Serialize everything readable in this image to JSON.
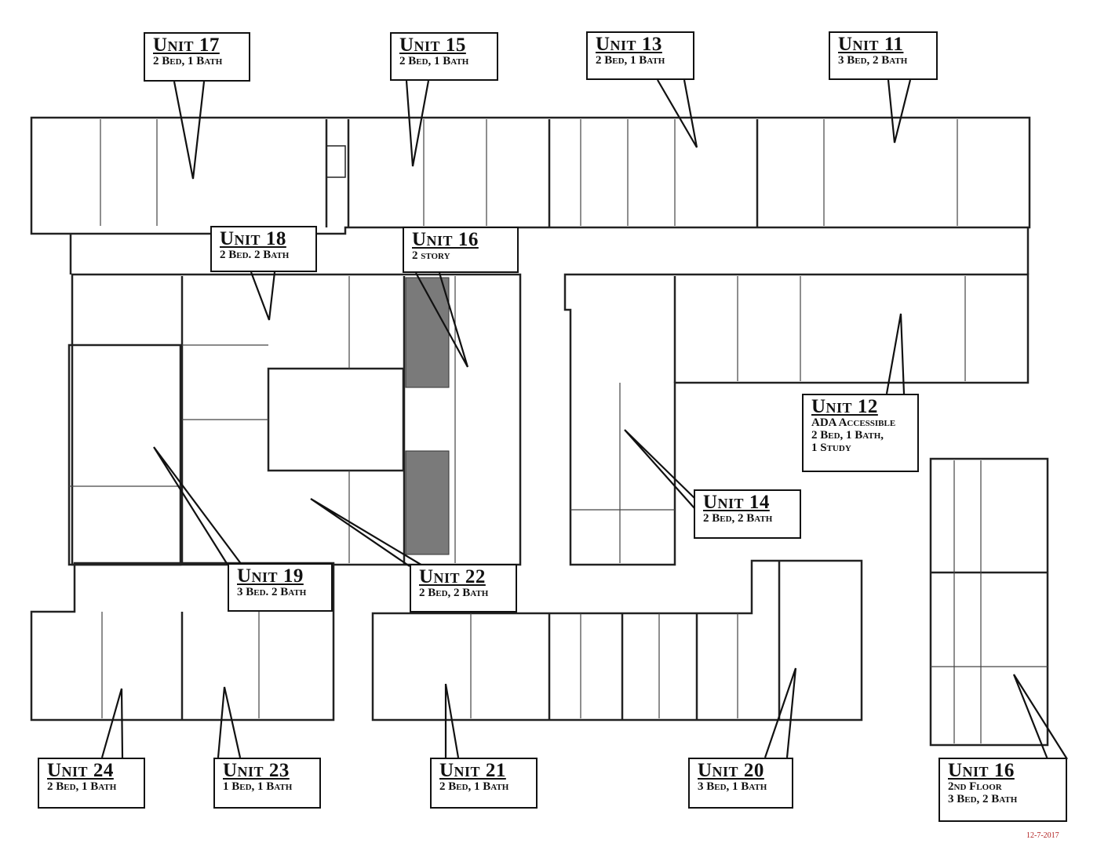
{
  "units": [
    {
      "id": "unit-17",
      "title": "Unit 17",
      "lines": [
        "2 Bed, 1 Bath"
      ]
    },
    {
      "id": "unit-15",
      "title": "Unit 15",
      "lines": [
        "2 Bed, 1 Bath"
      ]
    },
    {
      "id": "unit-13",
      "title": "Unit 13",
      "lines": [
        "2 Bed, 1 Bath"
      ]
    },
    {
      "id": "unit-11",
      "title": "Unit 11",
      "lines": [
        "3 Bed, 2 Bath"
      ]
    },
    {
      "id": "unit-18",
      "title": "Unit 18",
      "lines": [
        "2 Bed. 2 Bath"
      ]
    },
    {
      "id": "unit-16-2story",
      "title": "Unit 16",
      "lines": [
        "2 story"
      ]
    },
    {
      "id": "unit-12",
      "title": "Unit 12",
      "lines": [
        "ADA Accessible",
        "2 Bed, 1 Bath,",
        "1 Study"
      ]
    },
    {
      "id": "unit-14",
      "title": "Unit 14",
      "lines": [
        "2 Bed, 2 Bath"
      ]
    },
    {
      "id": "unit-19",
      "title": "Unit 19",
      "lines": [
        "3 Bed. 2 Bath"
      ]
    },
    {
      "id": "unit-22",
      "title": "Unit 22",
      "lines": [
        "2 Bed, 2 Bath"
      ]
    },
    {
      "id": "unit-24",
      "title": "Unit 24",
      "lines": [
        "2 Bed, 1 Bath"
      ]
    },
    {
      "id": "unit-23",
      "title": "Unit 23",
      "lines": [
        "1 Bed, 1 Bath"
      ]
    },
    {
      "id": "unit-21",
      "title": "Unit 21",
      "lines": [
        "2 Bed, 1 Bath"
      ]
    },
    {
      "id": "unit-20",
      "title": "Unit 20",
      "lines": [
        "3 Bed, 1 Bath"
      ]
    },
    {
      "id": "unit-16-2nd-floor",
      "title": "Unit 16",
      "lines": [
        "2nd Floor",
        "3 Bed, 2 Bath"
      ]
    }
  ],
  "date_stamp": "12-7-2017",
  "colors": {
    "line": "#111111",
    "wall_fill": "#ffffff",
    "stair_shade": "#7a7a7a",
    "date": "#b01e1e"
  }
}
